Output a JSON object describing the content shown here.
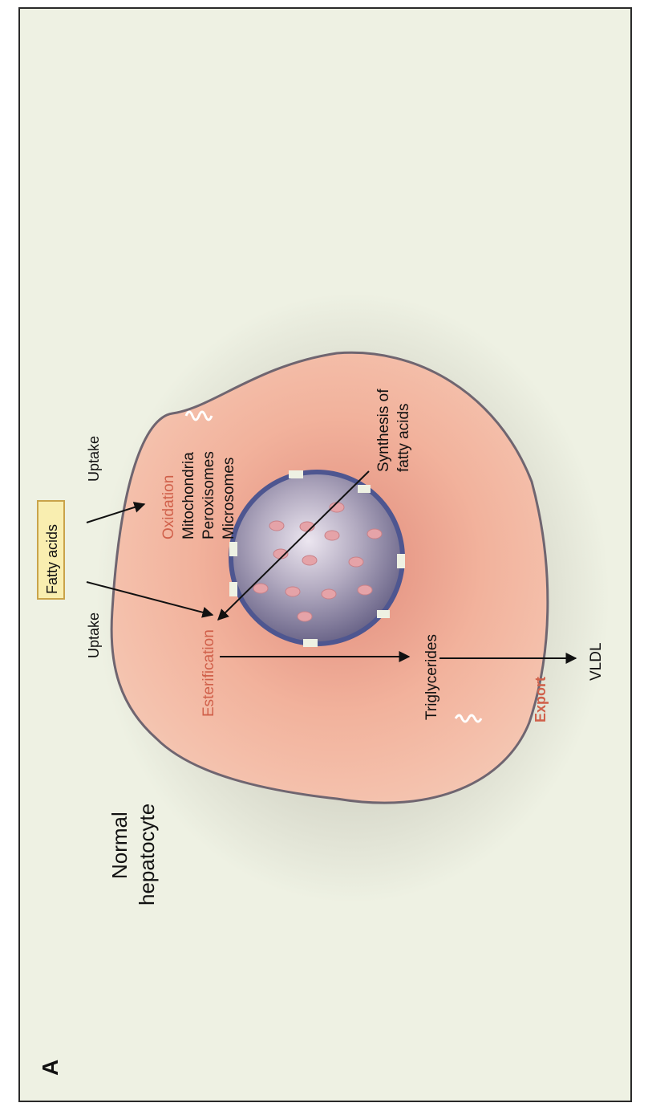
{
  "panel": {
    "letter": "A",
    "title_line1": "Normal",
    "title_line2": "hepatocyte"
  },
  "labels": {
    "fatty_acids": "Fatty acids",
    "uptake_left": "Uptake",
    "uptake_right": "Uptake",
    "oxidation": "Oxidation",
    "mitochondria": "Mitochondria",
    "peroxisomes": "Peroxisomes",
    "microsomes": "Microsomes",
    "synthesis_line1": "Synthesis of",
    "synthesis_line2": "fatty acids",
    "esterification": "Esterification",
    "triglycerides": "Triglycerides",
    "export": "Export",
    "vldl": "VLDL"
  },
  "colors": {
    "background": "#eef1e3",
    "cytoplasm": "#f2b29c",
    "membrane": "#7a6f78",
    "nucleus": "#8e8aa6",
    "nuclear_envelope": "#4e5690",
    "organelle": "#e6a6a8",
    "red_label": "#d0604a",
    "fatty_box": "#f9eeb0"
  }
}
